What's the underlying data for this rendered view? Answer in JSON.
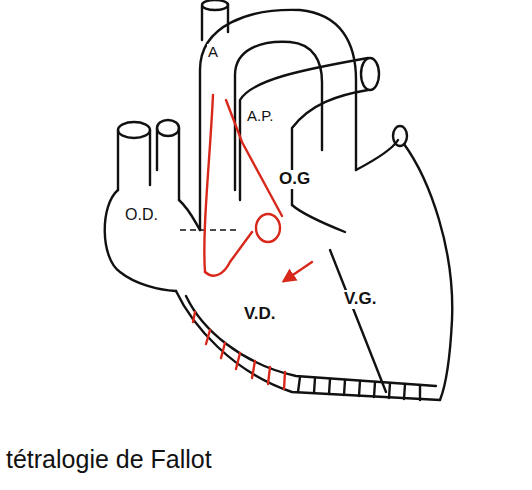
{
  "diagram": {
    "caption": "tétralogie de Fallot",
    "labels": [
      "A",
      "A.P.",
      "O.G",
      "O.D.",
      "V.D.",
      "V.G."
    ]
  }
}
